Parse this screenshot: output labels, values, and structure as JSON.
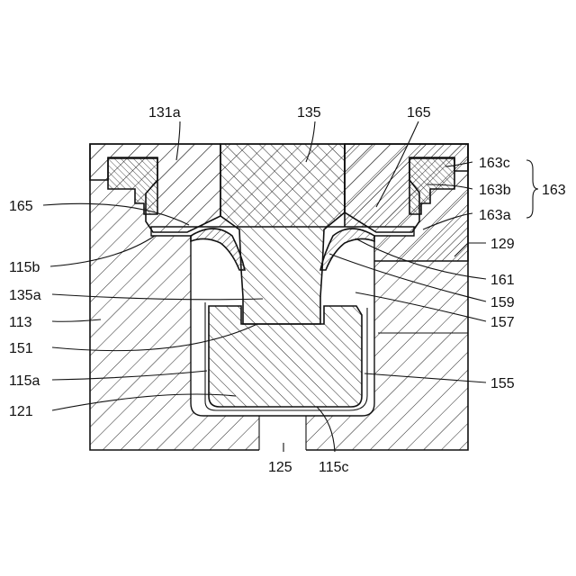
{
  "labels": {
    "l131a": "131a",
    "l135": "135",
    "l165_top": "165",
    "l163c": "163c",
    "l163b": "163b",
    "l163": "163",
    "l163a": "163a",
    "l165_left": "165",
    "l129": "129",
    "l115b": "115b",
    "l161": "161",
    "l135a": "135a",
    "l159": "159",
    "l113": "113",
    "l157": "157",
    "l151": "151",
    "l115a": "115a",
    "l155": "155",
    "l121": "121",
    "l125": "125",
    "l115c": "115c"
  }
}
